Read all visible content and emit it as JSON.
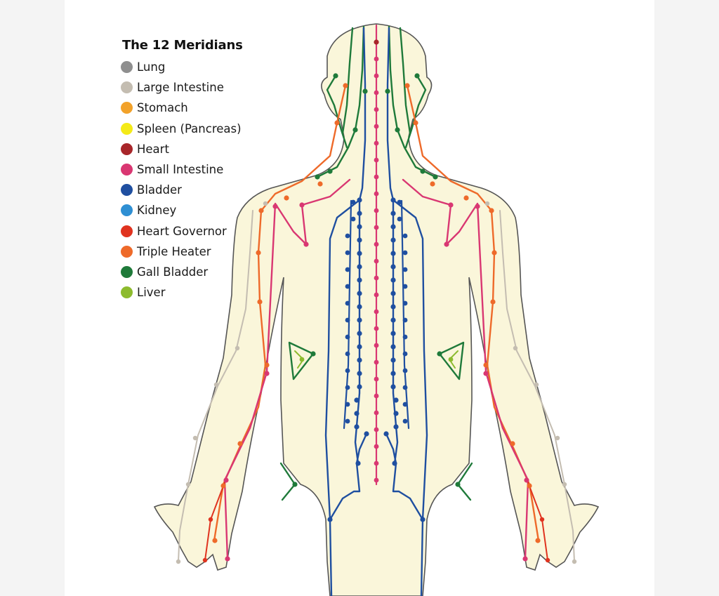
{
  "legend": {
    "title": "The 12 Meridians",
    "items": [
      {
        "label": "Lung",
        "color": "#8f8f8f"
      },
      {
        "label": "Large Intestine",
        "color": "#c4bdb1"
      },
      {
        "label": "Stomach",
        "color": "#f2a22a"
      },
      {
        "label": "Spleen (Pancreas)",
        "color": "#f4ea18"
      },
      {
        "label": "Heart",
        "color": "#a8262a"
      },
      {
        "label": "Small Intestine",
        "color": "#d93772"
      },
      {
        "label": "Bladder",
        "color": "#1f4fa0"
      },
      {
        "label": "Kidney",
        "color": "#2f8fd3"
      },
      {
        "label": "Heart Governor",
        "color": "#e0331f"
      },
      {
        "label": "Triple Heater",
        "color": "#ee6a2a"
      },
      {
        "label": "Gall Bladder",
        "color": "#1f7a3a"
      },
      {
        "label": "Liver",
        "color": "#8dbb2e"
      }
    ]
  },
  "figure": {
    "view": "back",
    "skin_color": "#faf6da",
    "outline_color": "#555555"
  }
}
